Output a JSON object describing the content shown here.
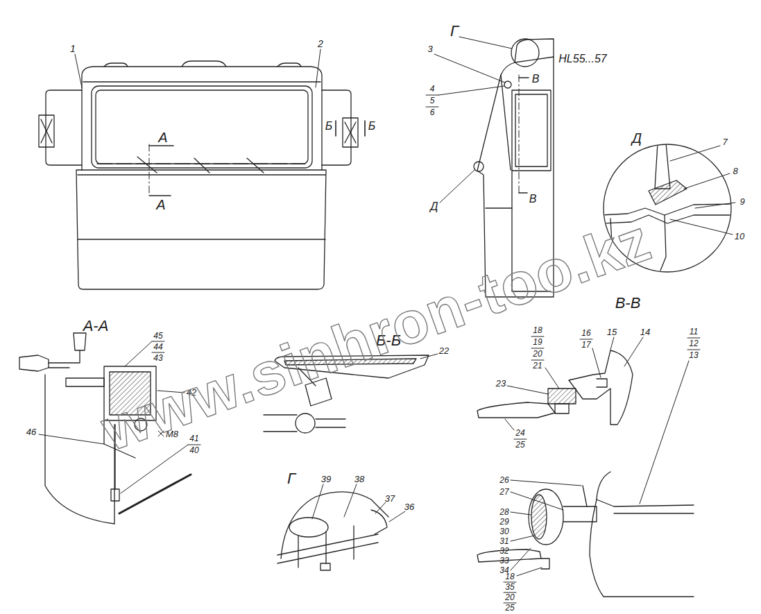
{
  "diagram": {
    "labels": [
      "1",
      "2",
      "А",
      "А",
      "Б",
      "Б",
      "Г",
      "HL55...57",
      "3",
      "4",
      "5",
      "6",
      "В",
      "В",
      "Д",
      "Д",
      "7",
      "8",
      "9",
      "10",
      "А-А",
      "45",
      "44",
      "43",
      "42",
      "М8",
      "41",
      "40",
      "46",
      "Б-Б",
      "22",
      "Г",
      "39",
      "38",
      "37",
      "36",
      "В-В",
      "18",
      "19",
      "20",
      "21",
      "16",
      "17",
      "15",
      "14",
      "11",
      "12",
      "13",
      "23",
      "24",
      "25",
      "26",
      "27",
      "28",
      "29",
      "30",
      "31",
      "32",
      "33",
      "34",
      "18",
      "35",
      "20",
      "25",
      "www.sinhron-too.kz"
    ]
  }
}
